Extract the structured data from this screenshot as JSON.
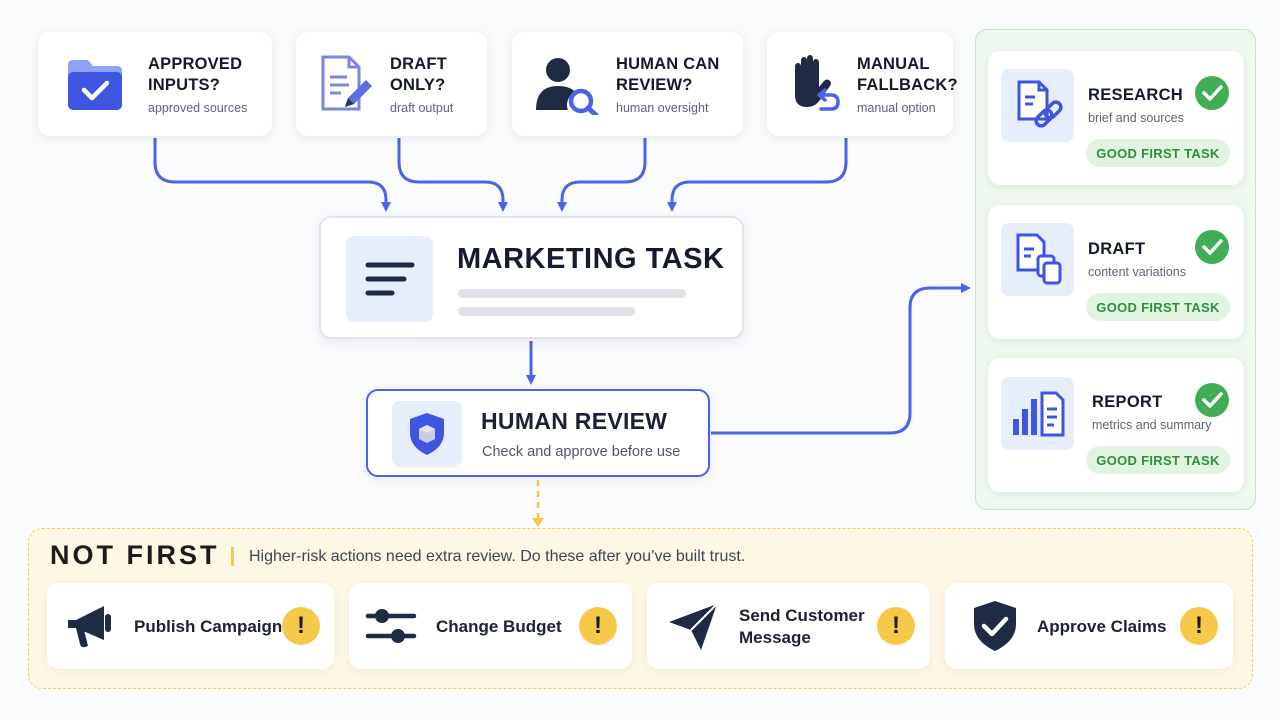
{
  "criteria": [
    {
      "title": "APPROVED\nINPUTS?",
      "subtitle": "approved sources",
      "icon": "folder-check-icon"
    },
    {
      "title": "DRAFT\nONLY?",
      "subtitle": "draft output",
      "icon": "document-pencil-icon"
    },
    {
      "title": "HUMAN CAN\nREVIEW?",
      "subtitle": "human oversight",
      "icon": "person-search-icon"
    },
    {
      "title": "MANUAL\nFALLBACK?",
      "subtitle": "manual option",
      "icon": "hand-undo-icon"
    }
  ],
  "task": {
    "title": "MARKETING TASK",
    "icon": "text-lines-icon"
  },
  "review": {
    "title": "HUMAN REVIEW",
    "subtitle": "Check and approve before use",
    "icon": "shield-icon"
  },
  "good_tasks": [
    {
      "title": "RESEARCH",
      "subtitle": "brief and sources",
      "badge": "GOOD FIRST TASK",
      "icon": "document-link-icon"
    },
    {
      "title": "DRAFT",
      "subtitle": "content variations",
      "badge": "GOOD FIRST TASK",
      "icon": "documents-copy-icon"
    },
    {
      "title": "REPORT",
      "subtitle": "metrics and summary",
      "badge": "GOOD FIRST TASK",
      "icon": "bar-chart-document-icon"
    }
  ],
  "not_first": {
    "title": "NOT FIRST",
    "text": "Higher-risk actions need extra review. Do these after you’ve built trust.",
    "items": [
      {
        "label": "Publish Campaign",
        "icon": "megaphone-icon",
        "warning": "!"
      },
      {
        "label": "Change Budget",
        "icon": "sliders-icon",
        "warning": "!"
      },
      {
        "label": "Send Customer\nMessage",
        "icon": "paper-plane-icon",
        "warning": "!"
      },
      {
        "label": "Approve Claims",
        "icon": "shield-check-icon",
        "warning": "!"
      }
    ]
  },
  "colors": {
    "accent": "#4a63e7",
    "success": "#3fae55",
    "warning": "#f7c94a",
    "dark": "#1f2a44"
  }
}
